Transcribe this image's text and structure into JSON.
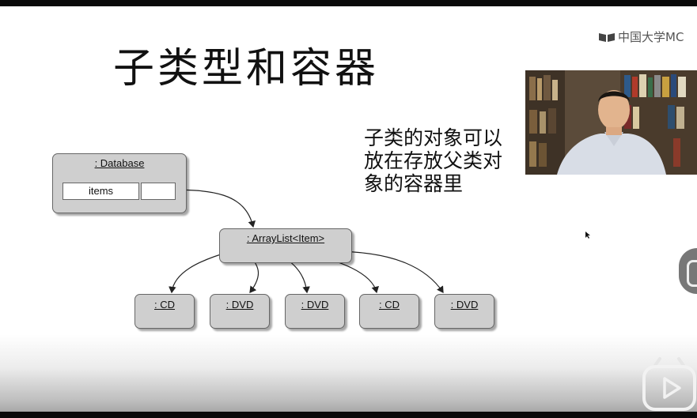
{
  "slide": {
    "title": "子类型和容器",
    "logo_text": "中国大学MC",
    "logo_icon": "book-icon",
    "description": "子类的对象可以放在存放父类对象的容器里"
  },
  "diagram": {
    "database": {
      "label": ": Database",
      "field_label": "items"
    },
    "arraylist": {
      "label": ": ArrayList<Item>"
    },
    "elements": [
      {
        "label": ": CD"
      },
      {
        "label": ": DVD"
      },
      {
        "label": ": DVD"
      },
      {
        "label": ": CD"
      },
      {
        "label": ": DVD"
      }
    ]
  },
  "overlay": {
    "video_icon": "presenter-video",
    "side_button_icon": "share-icon",
    "play_button_icon": "play-icon",
    "cursor_icon": "mouse-cursor-icon"
  }
}
